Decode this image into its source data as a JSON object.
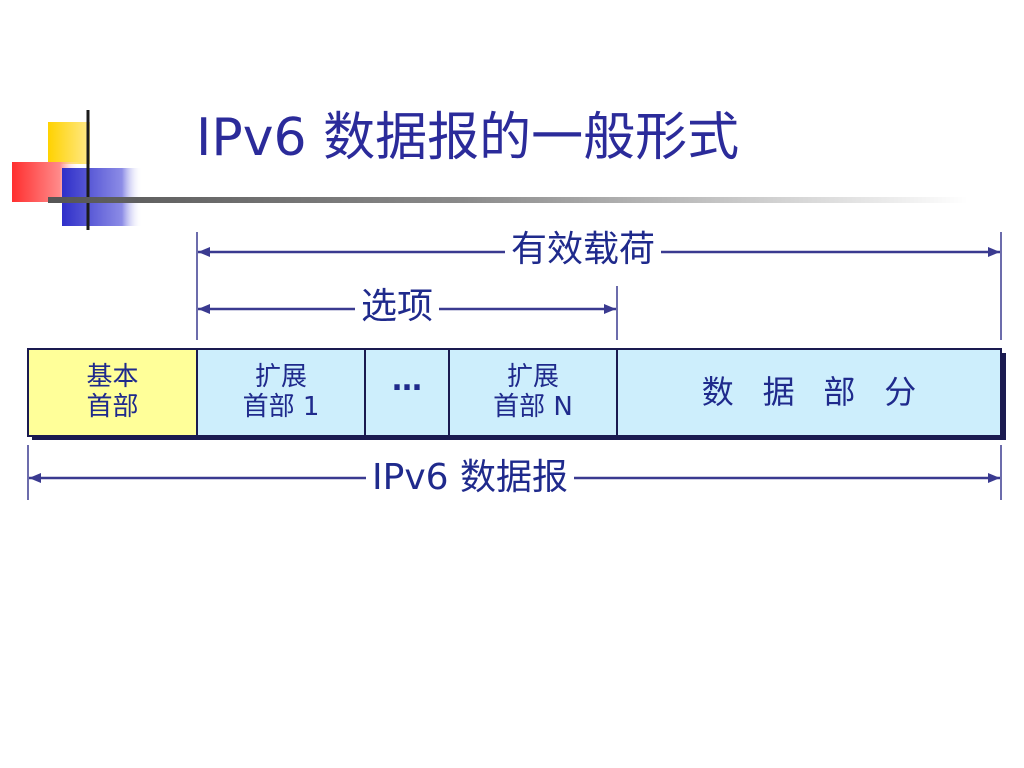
{
  "slide": {
    "title": "IPv6 数据报的一般形式"
  },
  "diagram": {
    "payload_label": "有效载荷",
    "options_label": "选项",
    "datagram_label": "IPv6 数据报",
    "segments": {
      "base_header": {
        "line1": "基本",
        "line2": "首部"
      },
      "ext_header_1": {
        "line1": "扩展",
        "line2": "首部 1"
      },
      "ellipsis": "…",
      "ext_header_n": {
        "line1": "扩展",
        "line2": "首部 N"
      },
      "data_part": "数据部分"
    }
  },
  "colors": {
    "title_text": "#2b2b9a",
    "label_text": "#1f2a8c",
    "arrow": "#3a3a90",
    "base_header_fill": "#ffff99",
    "segment_fill": "#cdeefc",
    "frame": "#1a1a50",
    "logo_yellow": "#ffd200",
    "logo_red": "#ff3b3b",
    "logo_blue": "#3a3acf"
  }
}
